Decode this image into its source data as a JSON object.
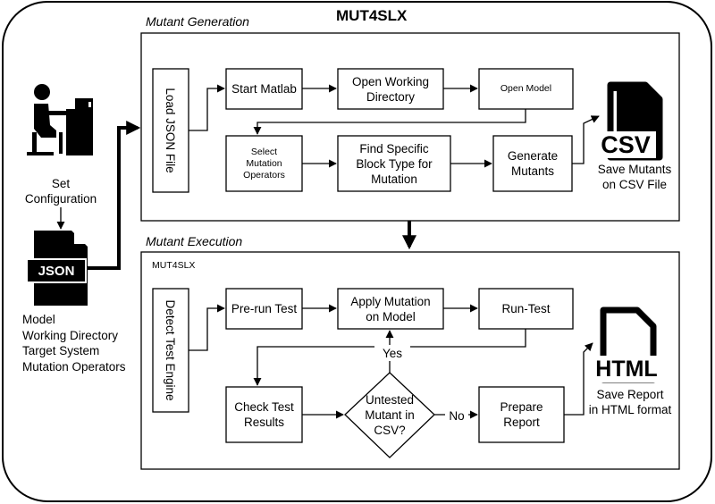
{
  "title": "MUT4SLX",
  "user": {
    "label": "Set\nConfiguration"
  },
  "json_file": {
    "label": "JSON"
  },
  "parameters": [
    "Model",
    "Working Directory",
    "Target System",
    "Mutation Operators"
  ],
  "generation": {
    "section_label": "Mutant Generation",
    "load": "Load JSON File",
    "start": "Start Matlab",
    "open_dir": "Open Working\nDirectory",
    "open_model": "Open Model",
    "select_ops": "Select\nMutation\nOperators",
    "find_block": "Find Specific\nBlock Type for\nMutation",
    "generate": "Generate\nMutants",
    "csv_icon": "CSV",
    "csv_label": "Save Mutants\non CSV File"
  },
  "execution": {
    "section_label": "Mutant Execution",
    "box_label": "MUT4SLX",
    "detect": "Detect Test Engine",
    "prerun": "Pre-run Test",
    "apply": "Apply Mutation\non Model",
    "runtest": "Run-Test",
    "check": "Check Test\nResults",
    "decision": "Untested\nMutant in\nCSV?",
    "yes": "Yes",
    "no": "No",
    "prepare": "Prepare\nReport",
    "html_icon": "HTML",
    "html_label": "Save Report\nin HTML format"
  }
}
